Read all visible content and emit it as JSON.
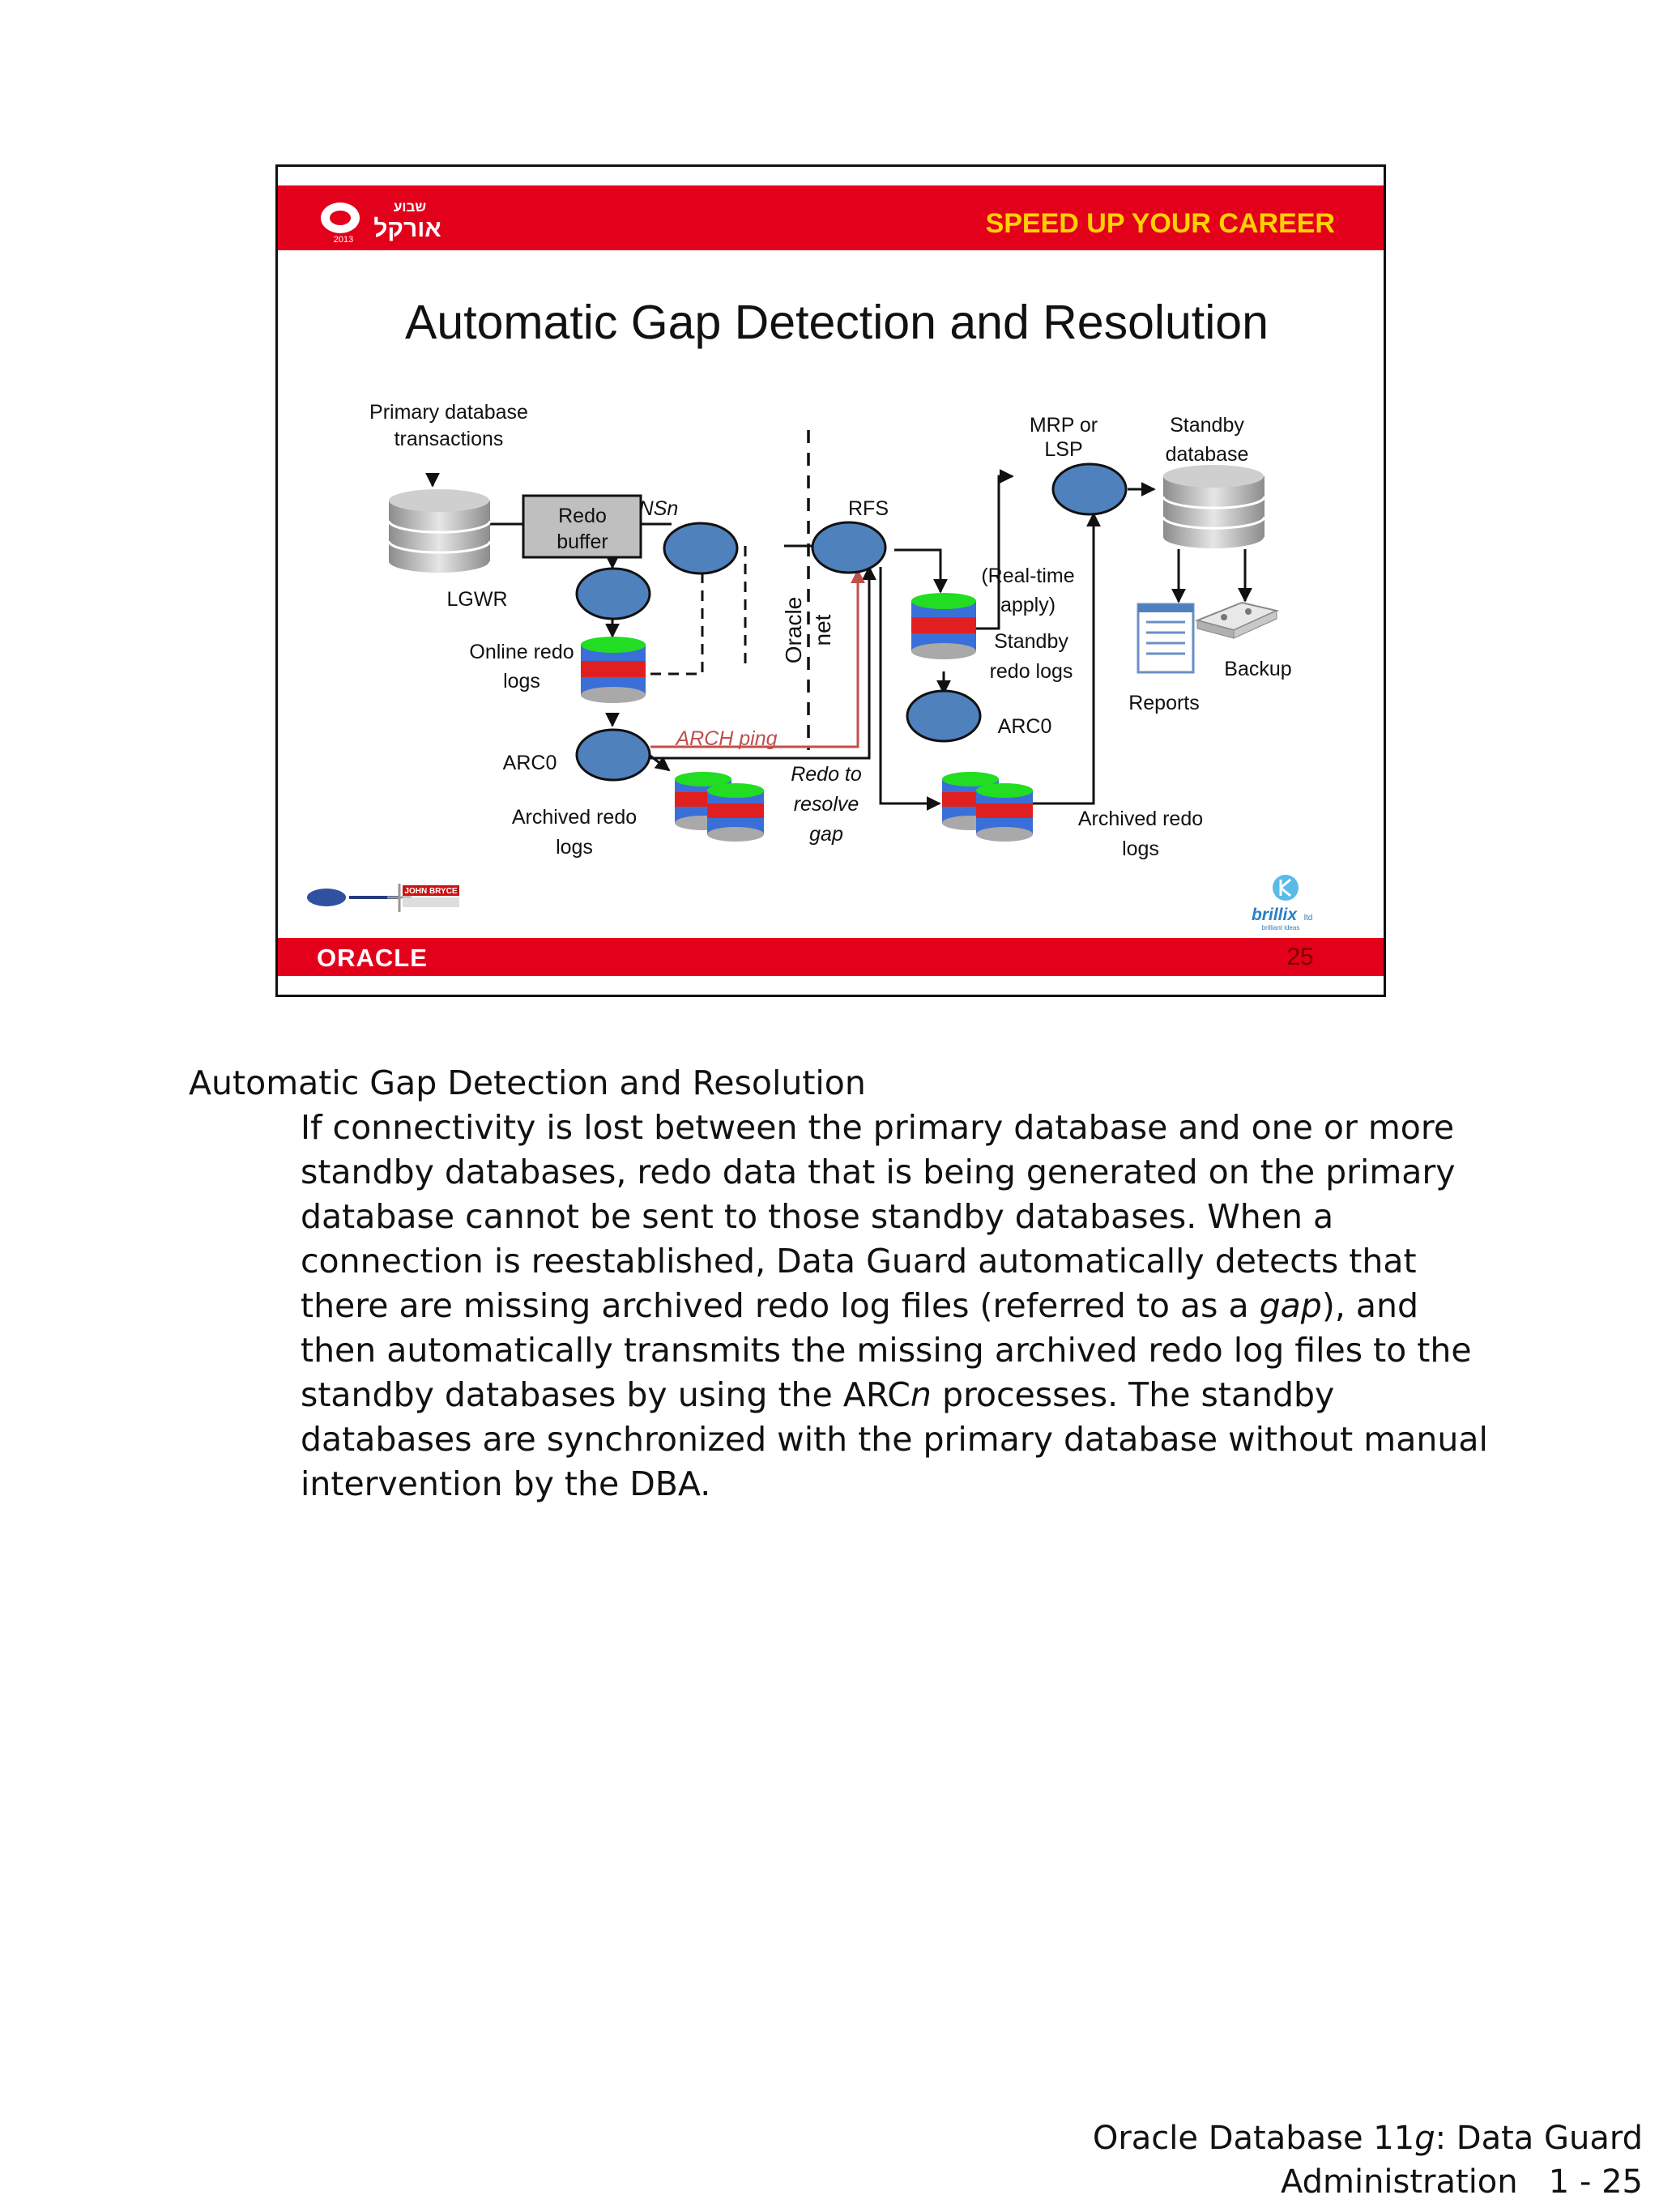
{
  "slide": {
    "banner_hebrew_top": "שבוע",
    "banner_hebrew_main": "אורקל",
    "banner_year": "2013",
    "tagline": "SPEED UP YOUR CAREER",
    "title": "Automatic Gap Detection and Resolution",
    "labels": {
      "primary_tx_1": "Primary database",
      "primary_tx_2": "transactions",
      "redo_buffer_1": "Redo",
      "redo_buffer_2": "buffer",
      "lns_suffix": "NSn",
      "lgwr": "LGWR",
      "online_redo_1": "Online redo",
      "online_redo_2": "logs",
      "arc0_primary": "ARC0",
      "archived_primary_1": "Archived redo",
      "archived_primary_2": "logs",
      "arch_ping": "ARCH ping",
      "oracle_net_1": "Oracle",
      "oracle_net_2": "net",
      "redo_resolve_1": "Redo to",
      "redo_resolve_2": "resolve",
      "redo_resolve_3": "gap",
      "rfs": "RFS",
      "realtime_1": "(Real-time",
      "realtime_2": "apply)",
      "standby_redo_1": "Standby",
      "standby_redo_2": "redo logs",
      "arc0_standby": "ARC0",
      "archived_standby_1": "Archived redo",
      "archived_standby_2": "logs",
      "mrp_1": "MRP or",
      "mrp_2": "LSP",
      "standby_db_1": "Standby",
      "standby_db_2": "database",
      "reports": "Reports",
      "backup": "Backup"
    },
    "sponsor_john_bryce": "JOHN BRYCE",
    "brillix": "brillix",
    "brillix_suffix": "ltd",
    "brillix_sub": "brilliant ideas",
    "oracle_logo": "ORACLE",
    "slide_number": "25",
    "colors": {
      "banner_red": "#e3001b",
      "tagline_yellow": "#ffd200",
      "process_blue": "#4f81bd",
      "ping_red": "#c0504d"
    }
  },
  "notes": {
    "title": "Automatic Gap Detection and Resolution",
    "p1": "If connectivity is lost between the primary database and one or more standby databases, redo data that is being generated on the primary database cannot be sent to those standby databases. When a connection is reestablished, Data Guard automatically detects that there are missing archived redo log files (referred to as a ",
    "p1_em": "gap",
    "p2": "), and then automatically transmits the missing archived redo log files to the standby databases by using the ARC",
    "p2_em": "n",
    "p3": " processes. The standby databases are synchronized with the primary database without manual intervention by the DBA."
  },
  "footer": {
    "line1_a": "Oracle Database 11",
    "line1_em": "g",
    "line1_b": ": Data Guard",
    "line2": "Administration   1 - 25"
  }
}
